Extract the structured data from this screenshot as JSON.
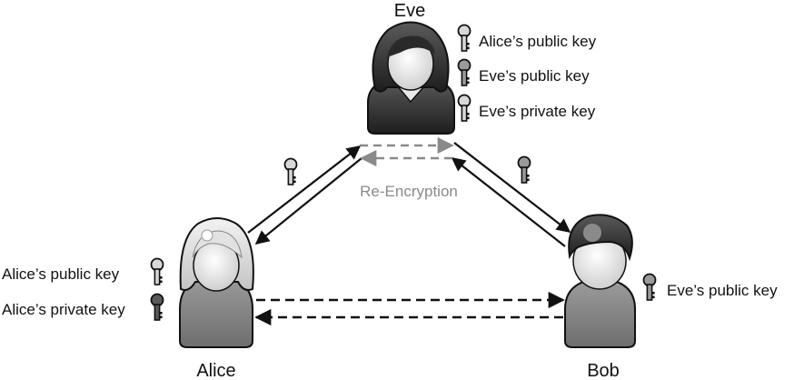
{
  "participants": {
    "eve": {
      "name": "Eve"
    },
    "alice": {
      "name": "Alice"
    },
    "bob": {
      "name": "Bob"
    }
  },
  "eve_keys": [
    {
      "label": "Alice’s public key",
      "icon": "key-icon",
      "tone": "light"
    },
    {
      "label": "Eve’s public key",
      "icon": "key-icon",
      "tone": "medium"
    },
    {
      "label": "Eve’s private key",
      "icon": "key-icon",
      "tone": "light"
    }
  ],
  "alice_keys": [
    {
      "label": "Alice’s public key",
      "icon": "key-icon",
      "tone": "light"
    },
    {
      "label": "Alice’s private key",
      "icon": "key-icon",
      "tone": "dark"
    }
  ],
  "bob_keys": [
    {
      "label": "Eve’s public key",
      "icon": "key-icon",
      "tone": "medium"
    }
  ],
  "process": {
    "label": "Re-Encryption"
  },
  "colors": {
    "arrow": "#111111",
    "reencryption": "#8a8a8a",
    "key_light": "#d8d8d8",
    "key_medium": "#9a9a9a",
    "key_dark": "#5a5a5a"
  }
}
